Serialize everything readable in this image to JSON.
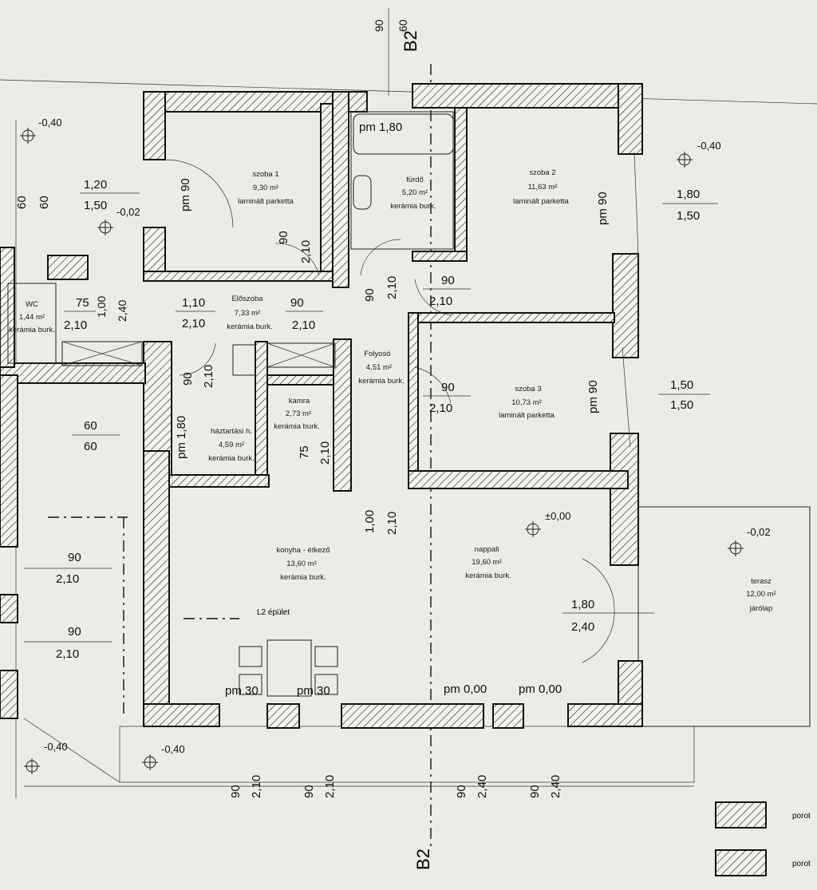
{
  "section": {
    "top": "B2",
    "bottom": "B2",
    "top_dims": [
      "90",
      "60"
    ]
  },
  "rooms": [
    {
      "id": "szoba1",
      "name": "szoba 1",
      "area": "9,30 m²",
      "floor": "laminált parketta"
    },
    {
      "id": "furdo",
      "name": "fürdő",
      "area": "5,20 m²",
      "floor": "kerámia burk."
    },
    {
      "id": "szoba2",
      "name": "szoba 2",
      "area": "11,63 m²",
      "floor": "laminált parketta"
    },
    {
      "id": "eloszoba",
      "name": "Előszoba",
      "area": "7,33 m²",
      "floor": "kerámia burk."
    },
    {
      "id": "folyoso",
      "name": "Folyosó",
      "area": "4,51 m²",
      "floor": "kerámia burk."
    },
    {
      "id": "kamra",
      "name": "kamra",
      "area": "2,73 m²",
      "floor": "kerámia burk."
    },
    {
      "id": "haztartasi",
      "name": "háztartási h.",
      "area": "4,59 m²",
      "floor": "kerámia burk."
    },
    {
      "id": "szoba3",
      "name": "szoba 3",
      "area": "10,73 m²",
      "floor": "laminált parketta"
    },
    {
      "id": "konyha",
      "name": "konyha - étkező",
      "area": "13,60 m²",
      "floor": "kerámia burk."
    },
    {
      "id": "nappali",
      "name": "nappali",
      "area": "19,60 m²",
      "floor": "kerámia burk."
    },
    {
      "id": "terasz",
      "name": "terasz",
      "area": "12,00 m²",
      "floor": "járólap"
    },
    {
      "id": "wc",
      "name": "WC",
      "area": "1,44 m²",
      "floor": "kerámia burk."
    }
  ],
  "building_label": "L2 épület",
  "levels": [
    "-0,40",
    "-0,40",
    "-0,02",
    "-0,40",
    "±0,00",
    "-0,02",
    "-0,40"
  ],
  "door_dims": {
    "pm_180": "pm 1,80",
    "pm90_a": "pm 90",
    "pm90_b": "pm 90",
    "pm90_c": "pm 90",
    "pm180_b": "pm 1,80",
    "d120": "1,20",
    "d150": "1,50",
    "d60a": "60",
    "d60b": "60",
    "d180": "1,80",
    "d150b": "1,50",
    "d150c": "1,50",
    "d150d": "1,50",
    "d90a": "90",
    "d210a": "2,10",
    "d90b": "90",
    "d210b": "2,10",
    "d90c": "90",
    "d210c": "2,10",
    "d110": "1,10",
    "d210d": "2,10",
    "d90d": "90",
    "d210e": "2,10",
    "d75": "75",
    "d210f": "2,10",
    "d100": "1,00",
    "d240": "2,40",
    "d90e": "90",
    "d210g": "2,10",
    "d90f": "90",
    "d210h": "2,10",
    "d60c": "60",
    "d60d": "60",
    "d75b": "75",
    "d210i": "2,10",
    "d100b": "1,00",
    "d210j": "2,10",
    "d90g": "90",
    "d210k": "2,10",
    "d90h": "90",
    "d210l": "2,10",
    "d180b": "1,80",
    "d240b": "2,40",
    "pm30a": "pm 30",
    "pm30b": "pm 30",
    "pm0a": "pm 0,00",
    "pm0b": "pm 0,00"
  },
  "bottom_dims": [
    "90",
    "2,10",
    "90",
    "2,10",
    "90",
    "2,40",
    "90",
    "2,40"
  ],
  "legend": [
    {
      "label": "porot"
    },
    {
      "label": "porot"
    }
  ]
}
